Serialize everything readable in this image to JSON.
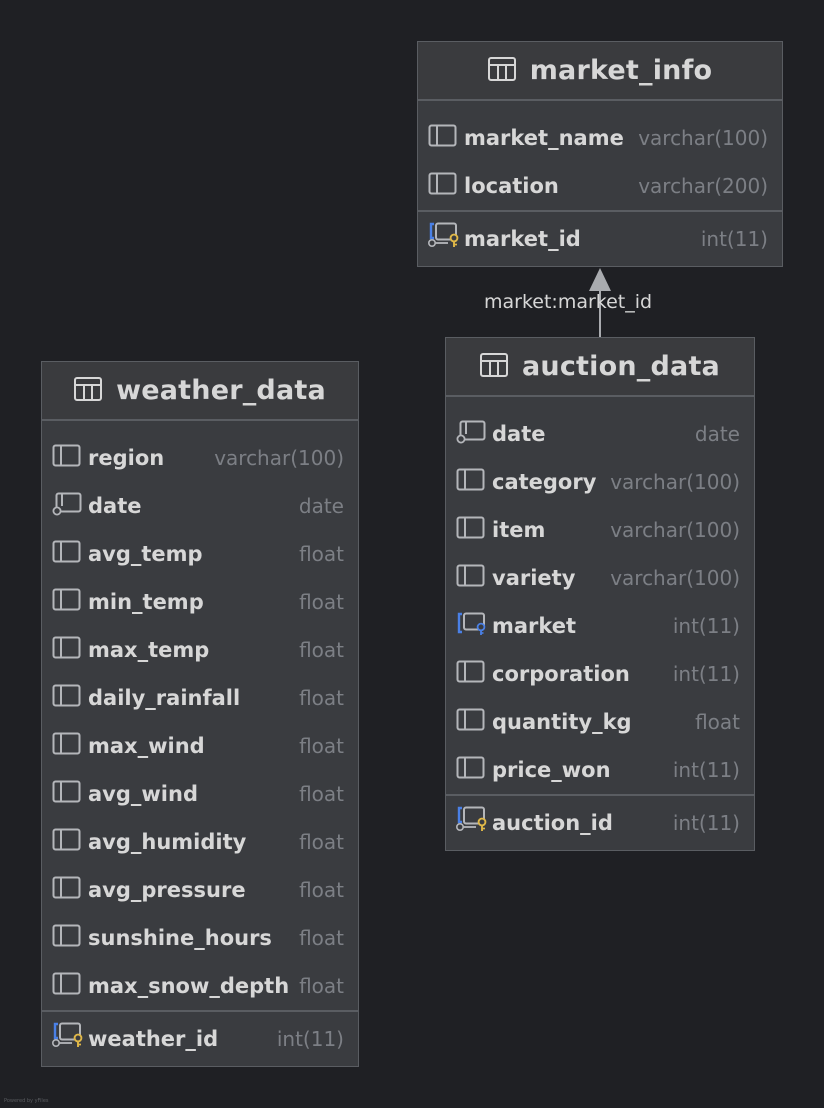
{
  "diagram": {
    "relationship_label": "market:market_id",
    "tables": {
      "market_info": {
        "name": "market_info",
        "columns": [
          {
            "name": "market_name",
            "type": "varchar(100)",
            "icon": "column-icon"
          },
          {
            "name": "location",
            "type": "varchar(200)",
            "icon": "column-icon"
          }
        ],
        "key": {
          "name": "market_id",
          "type": "int(11)",
          "icon": "primary-key-icon"
        }
      },
      "auction_data": {
        "name": "auction_data",
        "columns": [
          {
            "name": "date",
            "type": "date",
            "icon": "indexed-column-icon"
          },
          {
            "name": "category",
            "type": "varchar(100)",
            "icon": "column-icon"
          },
          {
            "name": "item",
            "type": "varchar(100)",
            "icon": "column-icon"
          },
          {
            "name": "variety",
            "type": "varchar(100)",
            "icon": "column-icon"
          },
          {
            "name": "market",
            "type": "int(11)",
            "icon": "foreign-key-icon"
          },
          {
            "name": "corporation",
            "type": "int(11)",
            "icon": "column-icon"
          },
          {
            "name": "quantity_kg",
            "type": "float",
            "icon": "column-icon"
          },
          {
            "name": "price_won",
            "type": "int(11)",
            "icon": "column-icon"
          }
        ],
        "key": {
          "name": "auction_id",
          "type": "int(11)",
          "icon": "primary-key-icon"
        }
      },
      "weather_data": {
        "name": "weather_data",
        "columns": [
          {
            "name": "region",
            "type": "varchar(100)",
            "icon": "column-icon"
          },
          {
            "name": "date",
            "type": "date",
            "icon": "indexed-column-icon"
          },
          {
            "name": "avg_temp",
            "type": "float",
            "icon": "column-icon"
          },
          {
            "name": "min_temp",
            "type": "float",
            "icon": "column-icon"
          },
          {
            "name": "max_temp",
            "type": "float",
            "icon": "column-icon"
          },
          {
            "name": "daily_rainfall",
            "type": "float",
            "icon": "column-icon"
          },
          {
            "name": "max_wind",
            "type": "float",
            "icon": "column-icon"
          },
          {
            "name": "avg_wind",
            "type": "float",
            "icon": "column-icon"
          },
          {
            "name": "avg_humidity",
            "type": "float",
            "icon": "column-icon"
          },
          {
            "name": "avg_pressure",
            "type": "float",
            "icon": "column-icon"
          },
          {
            "name": "sunshine_hours",
            "type": "float",
            "icon": "column-icon"
          },
          {
            "name": "max_snow_depth",
            "type": "float",
            "icon": "column-icon"
          }
        ],
        "key": {
          "name": "weather_id",
          "type": "int(11)",
          "icon": "primary-key-icon"
        }
      }
    },
    "colors": {
      "background": "#1f2024",
      "key_blue": "#4a80e6",
      "key_gold": "#e0b848",
      "arrow": "#a9abaf"
    }
  },
  "footer": {
    "credit": "Powered by yFiles"
  }
}
